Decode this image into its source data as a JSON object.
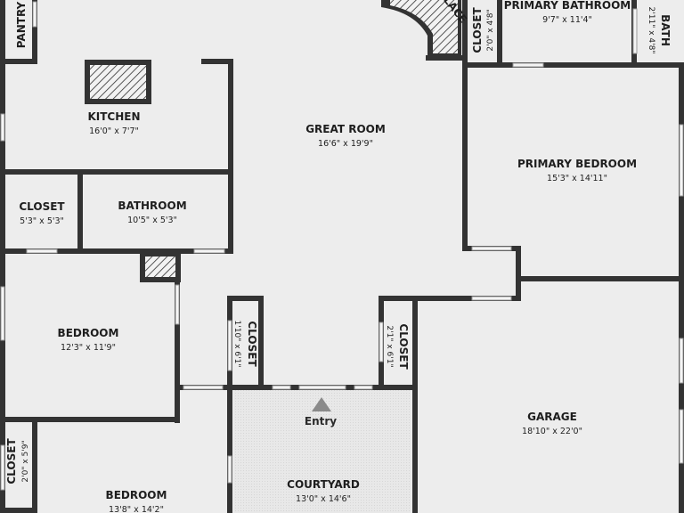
{
  "rooms": {
    "pantry": {
      "name": "PANTRY"
    },
    "kitchen": {
      "name": "KITCHEN",
      "dims": "16'0\" x 7'7\""
    },
    "great_room": {
      "name": "GREAT ROOM",
      "dims": "16'6\" x 19'9\""
    },
    "fireplace": {
      "name": "FIREPLACE"
    },
    "closet_top": {
      "name": "CLOSET",
      "dims": "2'0\" x 4'8\""
    },
    "primary_bath": {
      "name": "PRIMARY BATHROOM",
      "dims": "9'7\" x 11'4\""
    },
    "bath": {
      "name": "BATH",
      "dims": "2'11\" x 4'8\""
    },
    "primary_bed": {
      "name": "PRIMARY BEDROOM",
      "dims": "15'3\" x 14'11\""
    },
    "closet_left": {
      "name": "CLOSET",
      "dims": "5'3\" x 5'3\""
    },
    "bathroom": {
      "name": "BATHROOM",
      "dims": "10'5\" x 5'3\""
    },
    "bedroom1": {
      "name": "BEDROOM",
      "dims": "12'3\" x 11'9\""
    },
    "closet_mid1": {
      "name": "CLOSET",
      "dims": "1'10\" x 6'1\""
    },
    "closet_mid2": {
      "name": "CLOSET",
      "dims": "2'1\" x 6'1\""
    },
    "garage": {
      "name": "GARAGE",
      "dims": "18'10\" x 22'0\""
    },
    "entry": {
      "name": "Entry"
    },
    "courtyard": {
      "name": "COURTYARD",
      "dims": "13'0\" x 14'6\""
    },
    "closet_bl": {
      "name": "CLOSET",
      "dims": "2'0\" x 5'9\""
    },
    "bedroom2": {
      "name": "BEDROOM",
      "dims": "13'8\" x 14'2\""
    }
  },
  "colors": {
    "wall": "#333333",
    "floor": "#ededed",
    "courtyard": "#e6e6e6",
    "hatch": "#333333"
  }
}
